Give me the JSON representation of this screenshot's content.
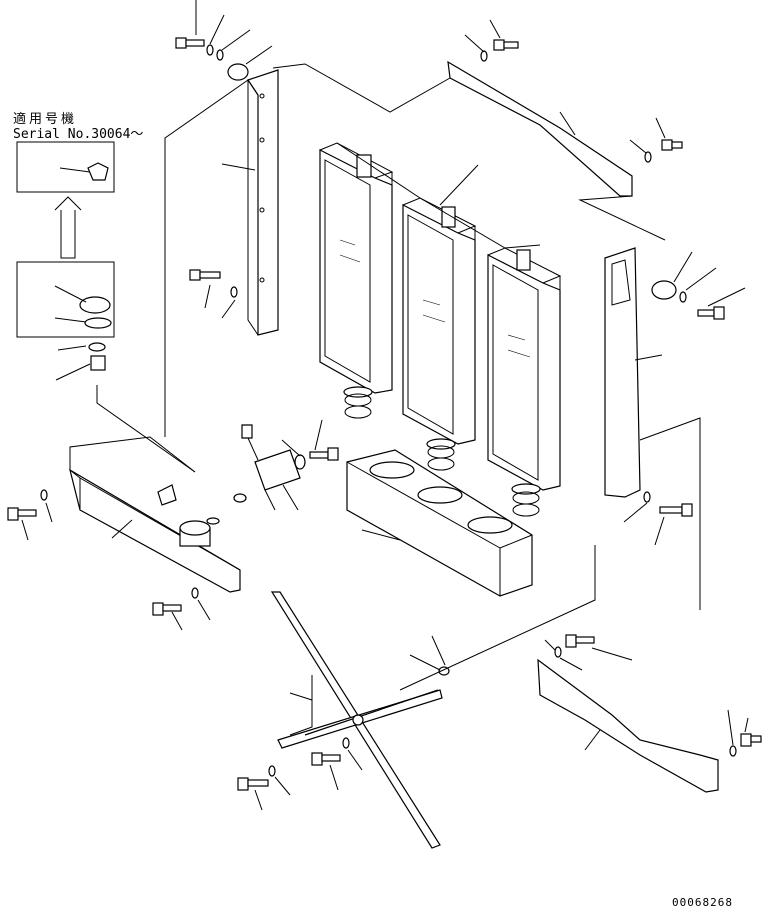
{
  "applicability": {
    "label_jp": "適用号機",
    "serial": "Serial No.30064～"
  },
  "drawing_code": "00068268",
  "colors": {
    "ink": "#000000",
    "paper": "#ffffff"
  }
}
